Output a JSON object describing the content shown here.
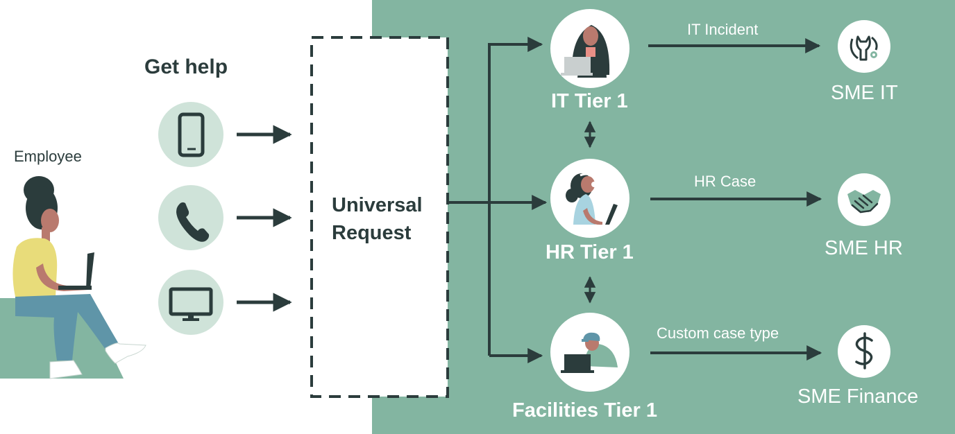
{
  "labels": {
    "employee": "Employee",
    "get_help": "Get help",
    "universal_request_line1": "Universal",
    "universal_request_line2": "Request"
  },
  "tiers": [
    {
      "label": "IT Tier 1"
    },
    {
      "label": "HR Tier 1"
    },
    {
      "label": "Facilities Tier 1"
    }
  ],
  "routes": [
    {
      "label": "IT Incident",
      "target": "SME IT",
      "icon": "wrench-gear-icon"
    },
    {
      "label": "HR Case",
      "target": "SME HR",
      "icon": "handshake-icon"
    },
    {
      "label": "Custom case type",
      "target": "SME Finance",
      "icon": "dollar-icon"
    }
  ],
  "channels": [
    {
      "icon": "mobile-phone-icon"
    },
    {
      "icon": "telephone-handset-icon"
    },
    {
      "icon": "desktop-monitor-icon"
    }
  ],
  "colors": {
    "panel": "#83b5a1",
    "dark": "#2b3c3c",
    "channel_circle": "#cfe3d9",
    "white": "#ffffff",
    "skin": "#b97a6e",
    "shirt_yellow": "#e8dc7a",
    "jeans": "#5f95a8"
  }
}
